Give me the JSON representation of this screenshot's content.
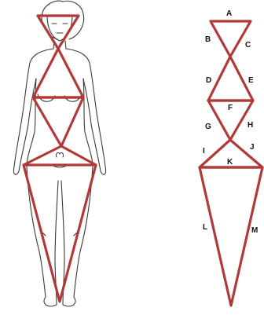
{
  "colors": {
    "line": "#b03a3a",
    "outline": "#3a3a3a",
    "background": "#ffffff"
  },
  "labels": {
    "A": "A",
    "B": "B",
    "C": "C",
    "D": "D",
    "E": "E",
    "F": "F",
    "G": "G",
    "H": "H",
    "I": "I",
    "J": "J",
    "K": "K",
    "L": "L",
    "M": "M"
  }
}
